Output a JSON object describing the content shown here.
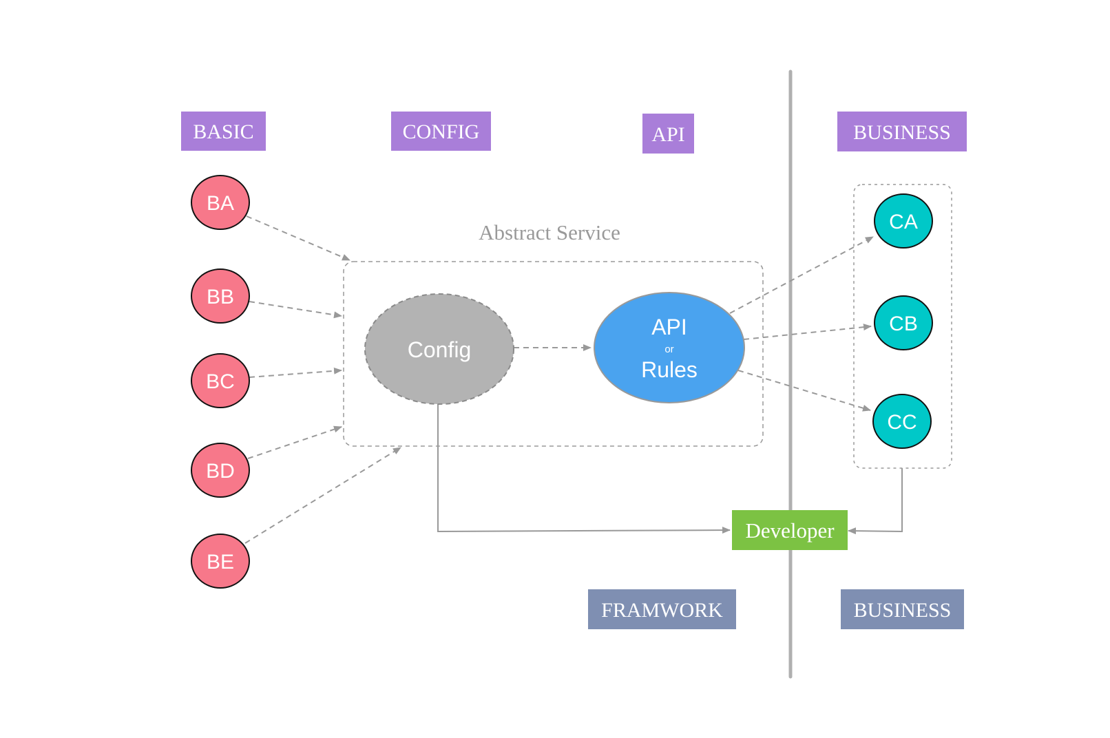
{
  "column_headers": {
    "basic": "BASIC",
    "config": "CONFIG",
    "api": "API",
    "business": "BUSINESS"
  },
  "footer_labels": {
    "framework": "FRAMWORK",
    "business": "BUSINESS"
  },
  "abstract_service": {
    "title": "Abstract Service",
    "config_node": "Config",
    "api_node": {
      "line1": "API",
      "line2": "or",
      "line3": "Rules"
    }
  },
  "basic_nodes": [
    "BA",
    "BB",
    "BC",
    "BD",
    "BE"
  ],
  "business_nodes": [
    "CA",
    "CB",
    "CC"
  ],
  "developer": "Developer",
  "colors": {
    "header_purple": "#a97ed9",
    "footer_slate": "#7f8fb2",
    "basic_node": "#f7788a",
    "business_node": "#00c8c8",
    "config_node": "#b3b3b3",
    "api_node": "#4aa3ef",
    "developer": "#7cc243",
    "divider": "#b0b0b0",
    "connector": "#999999"
  }
}
